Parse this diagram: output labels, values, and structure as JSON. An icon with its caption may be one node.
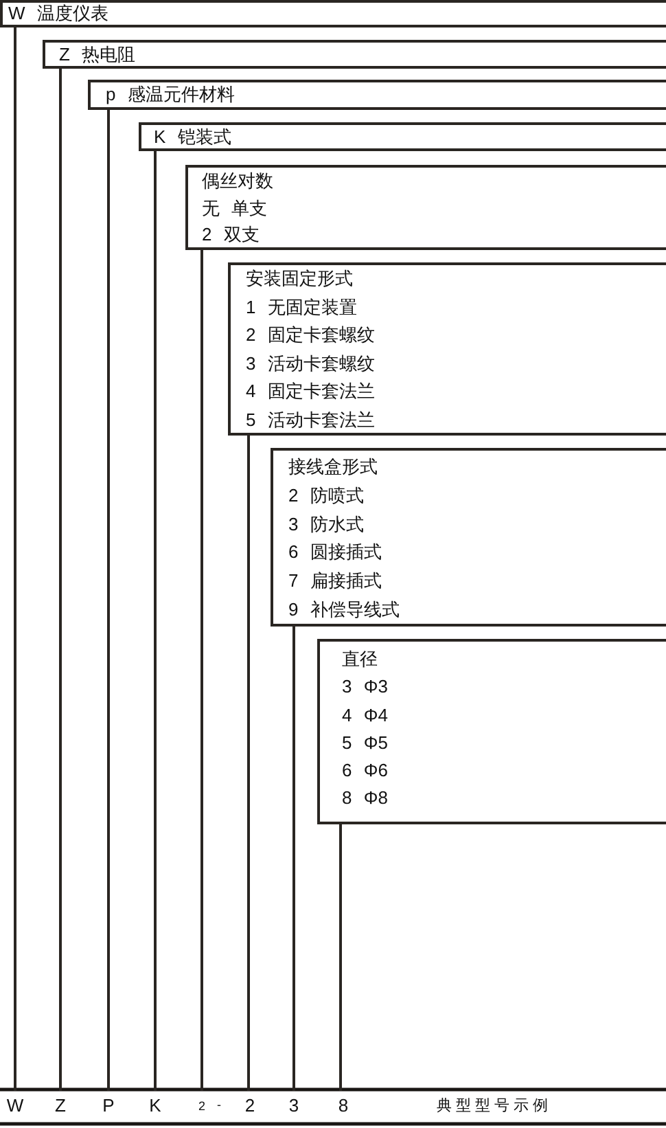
{
  "diagram": {
    "nodes": [
      {
        "text": [
          "W 温度仪表"
        ]
      },
      {
        "text": [
          "Z 热电阻"
        ]
      },
      {
        "text": [
          "p 感温元件材料"
        ]
      },
      {
        "text": [
          "K 铠装式"
        ]
      },
      {
        "text": [
          "偶丝对数",
          "无 单支",
          "2 双支"
        ]
      },
      {
        "text": [
          "安装固定形式",
          "1 无固定装置",
          "2 固定卡套螺纹",
          "3 活动卡套螺纹",
          "4 固定卡套法兰",
          "5 活动卡套法兰"
        ]
      },
      {
        "text": [
          "接线盒形式",
          "2 防喷式",
          "3 防水式",
          "6 圆接插式",
          "7 扁接插式",
          "9 补偿导线式"
        ]
      },
      {
        "text": [
          "直径",
          "3 Φ3",
          "4 Φ4",
          "5 Φ5",
          "6 Φ6",
          "8 Φ8"
        ]
      },
      {
        "text": [
          "W"
        ]
      },
      {
        "text": [
          "Z"
        ]
      },
      {
        "text": [
          "P"
        ]
      },
      {
        "text": [
          "K"
        ]
      },
      {
        "text": [
          "2"
        ]
      },
      {
        "text": [
          "2"
        ]
      },
      {
        "text": [
          "3"
        ]
      },
      {
        "text": [
          "8"
        ]
      }
    ],
    "edges": [
      {
        "from": 0,
        "to": 8,
        "arrow": "none"
      },
      {
        "from": 1,
        "to": 9,
        "arrow": "none"
      },
      {
        "from": 2,
        "to": 10,
        "arrow": "none"
      },
      {
        "from": 3,
        "to": 11,
        "arrow": "none"
      },
      {
        "from": 4,
        "to": 12,
        "arrow": "none"
      },
      {
        "from": 5,
        "to": 13,
        "arrow": "none"
      },
      {
        "from": 6,
        "to": 14,
        "arrow": "none"
      },
      {
        "from": 7,
        "to": 15,
        "arrow": "none"
      }
    ],
    "labels": [
      "-",
      "典型型号示例"
    ]
  }
}
